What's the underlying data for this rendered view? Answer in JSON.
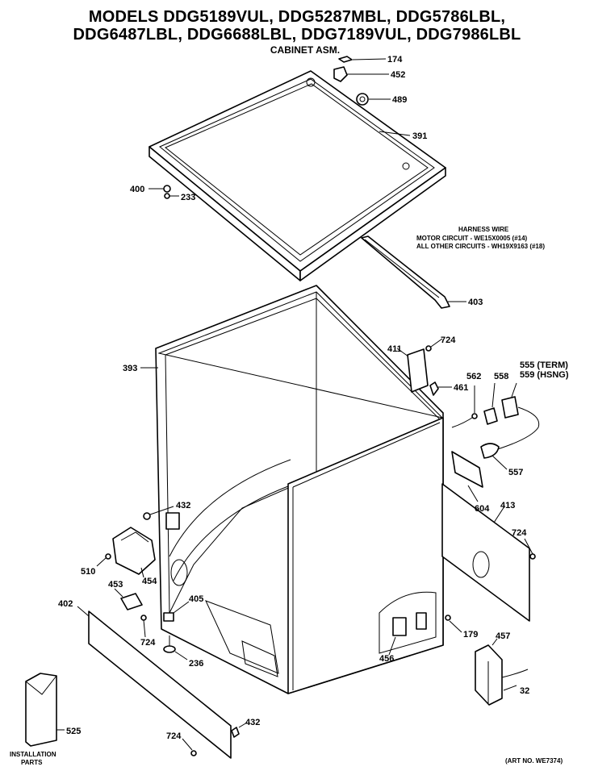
{
  "title": {
    "line1": "MODELS DDG5189VUL, DDG5287MBL, DDG5786LBL,",
    "line2": "DDG6487LBL, DDG6688LBL, DDG7189VUL, DDG7986LBL",
    "subtitle": "CABINET ASM."
  },
  "harness_note": {
    "line1": "HARNESS WIRE",
    "line2": "MOTOR CIRCUIT - WE15X0005 (#14)",
    "line3": "ALL OTHER CIRCUITS - WH19X9163 (#18)"
  },
  "labels": {
    "p174": "174",
    "p452": "452",
    "p489": "489",
    "p391": "391",
    "p400": "400",
    "p233": "233",
    "p403": "403",
    "p393": "393",
    "p411": "411",
    "p724a": "724",
    "p461": "461",
    "p562": "562",
    "p558": "558",
    "p555": "555 (TERM)",
    "p559": "559 (HSNG)",
    "p557": "557",
    "p604": "604",
    "p413": "413",
    "p724b": "724",
    "p432a": "432",
    "p510": "510",
    "p454": "454",
    "p453": "453",
    "p405": "405",
    "p402": "402",
    "p724c": "724",
    "p236": "236",
    "p456": "456",
    "p179": "179",
    "p457": "457",
    "p32": "32",
    "p525": "525",
    "p432b": "432",
    "p724d": "724"
  },
  "installation": {
    "line1": "INSTALLATION",
    "line2": "PARTS"
  },
  "art_no": "(ART NO. WE7374)"
}
